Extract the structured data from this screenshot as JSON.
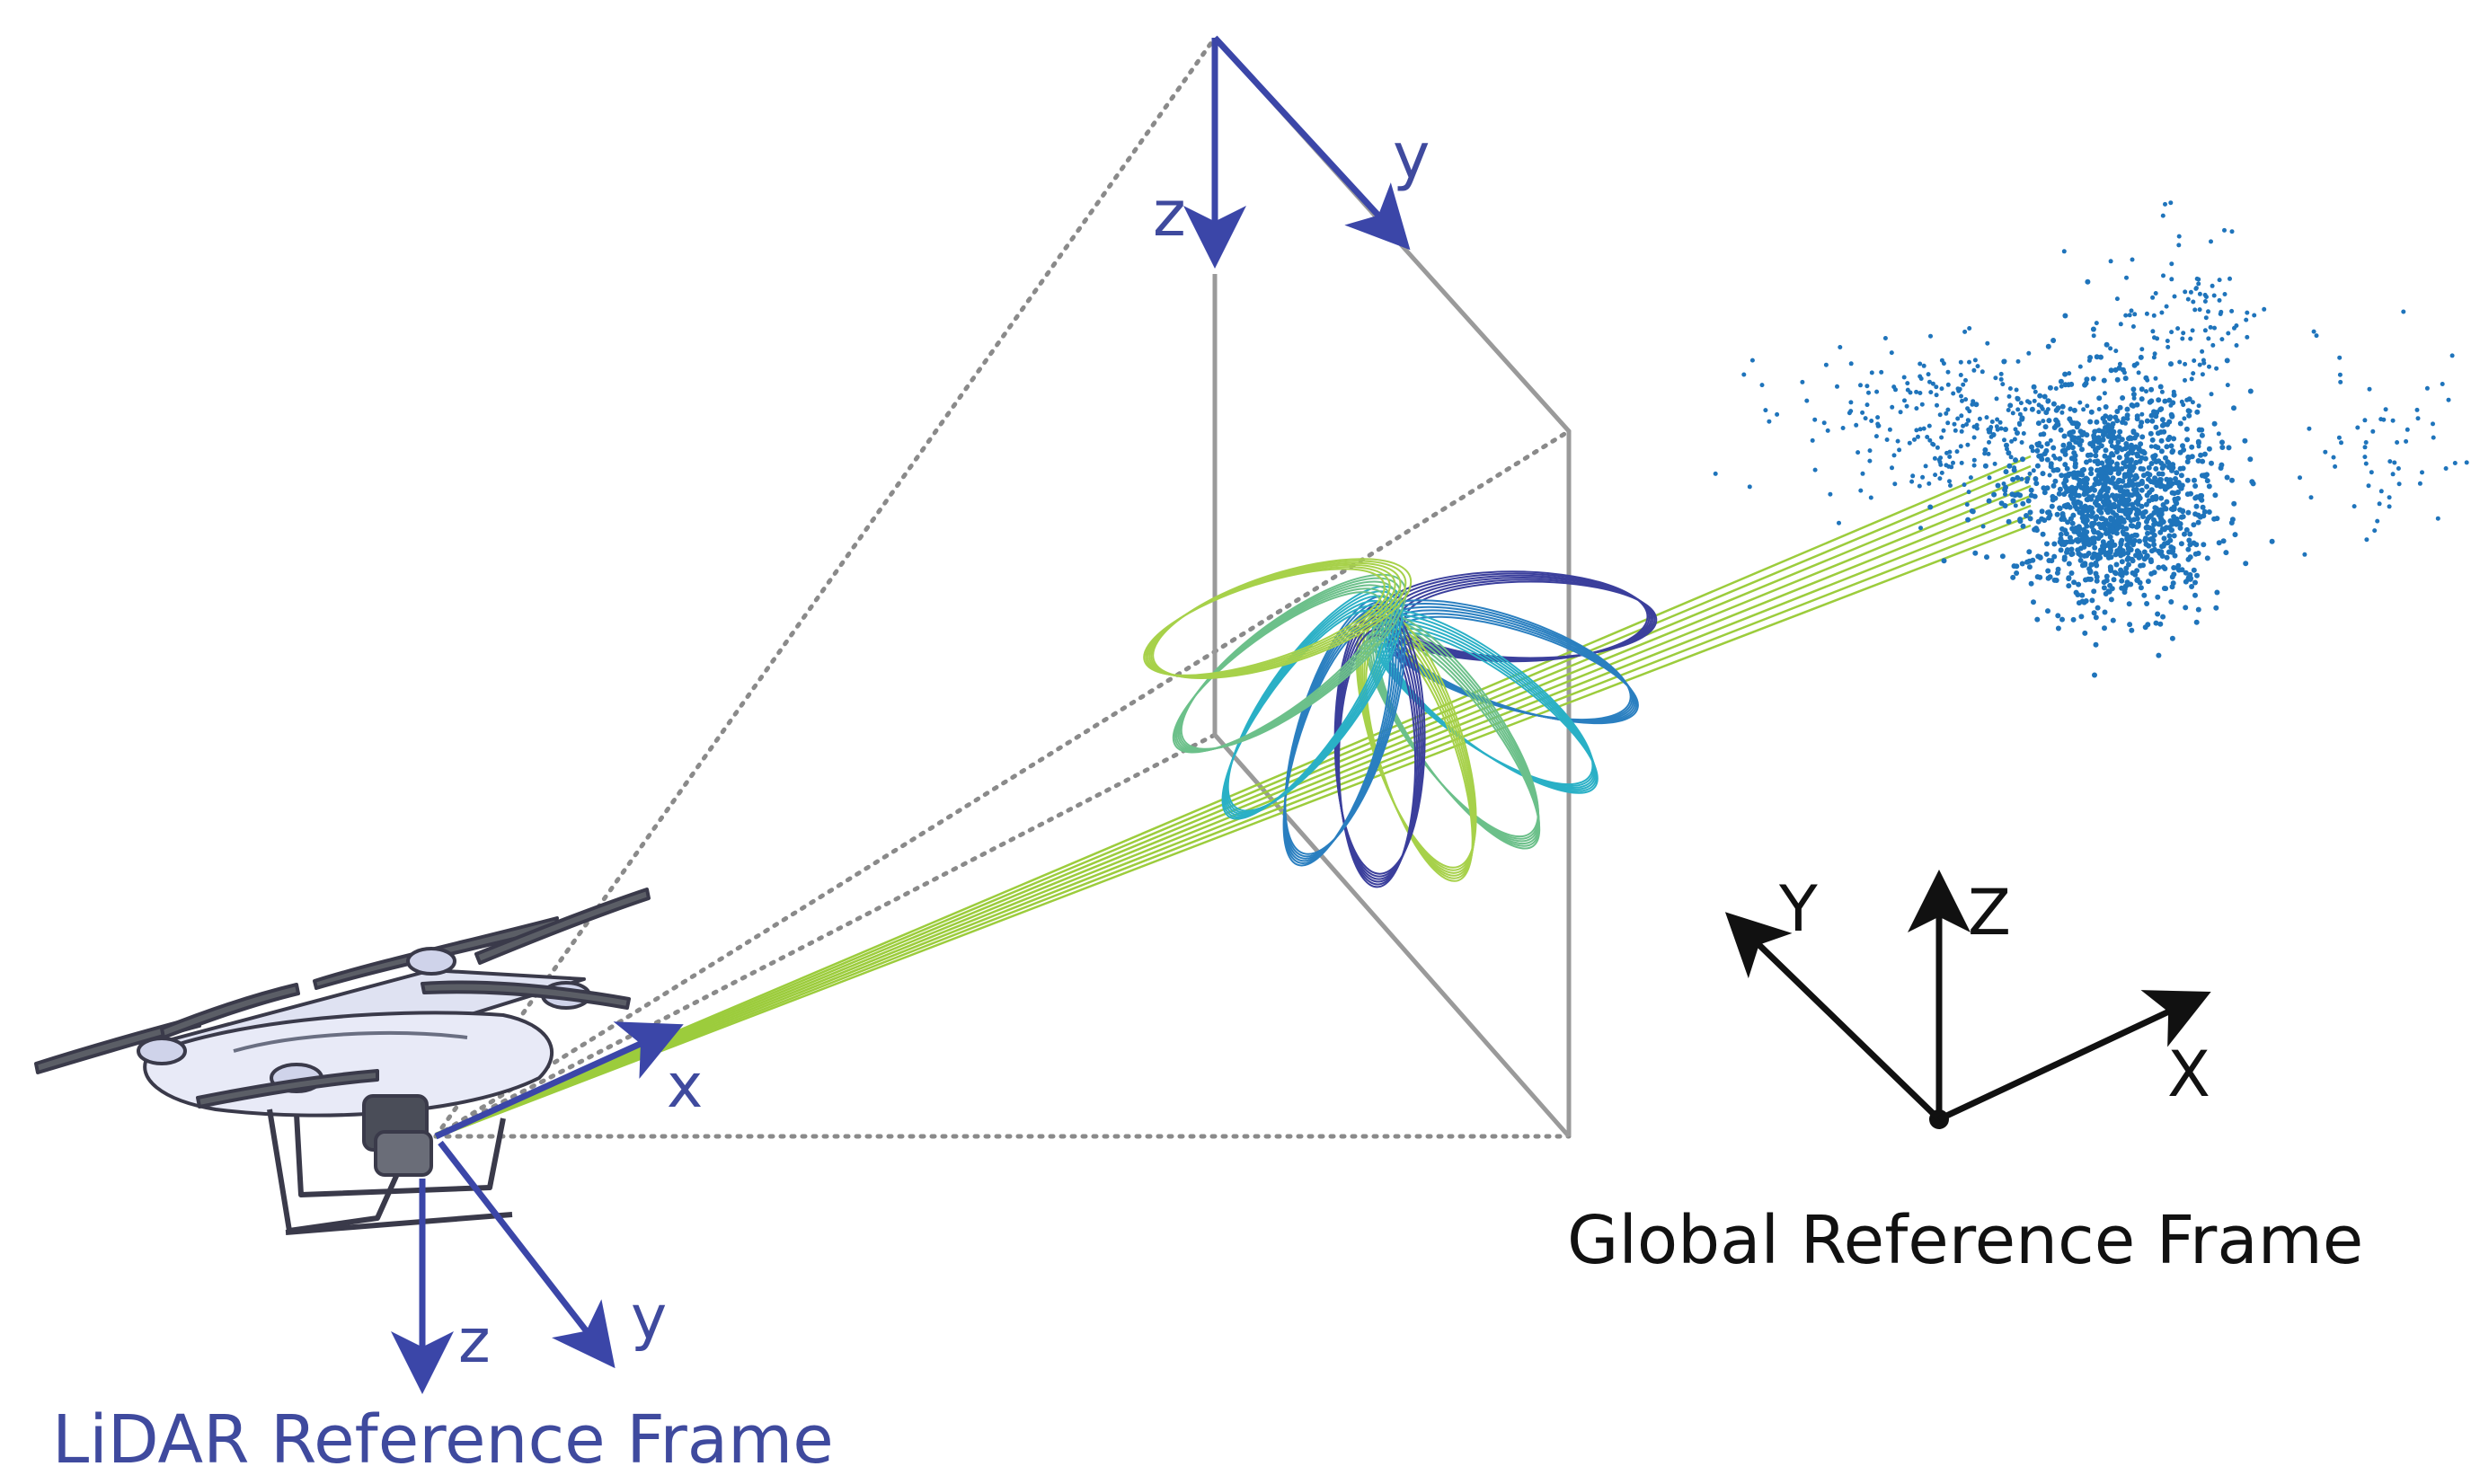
{
  "captions": {
    "lidar_frame": "LiDAR Reference Frame",
    "global_frame": "Global Reference Frame"
  },
  "lidar_axes": {
    "x": "x",
    "y": "y",
    "z": "z"
  },
  "projection_axes": {
    "y": "y",
    "z": "z"
  },
  "global_axes": {
    "X": "X",
    "Y": "Y",
    "Z": "Z"
  },
  "colors": {
    "axis_blue": "#3b46a8",
    "beam_green": "#9ccc3c",
    "frustum_gray": "#8a8a8a",
    "plane_gray": "#9a9a9a",
    "point_blue": "#1f74bb",
    "scan_palette": [
      "#3b3f9c",
      "#2a7fc0",
      "#2ab0c6",
      "#6cc08a",
      "#a7d14a"
    ],
    "black": "#111111"
  },
  "icons": [
    "drone-icon"
  ]
}
